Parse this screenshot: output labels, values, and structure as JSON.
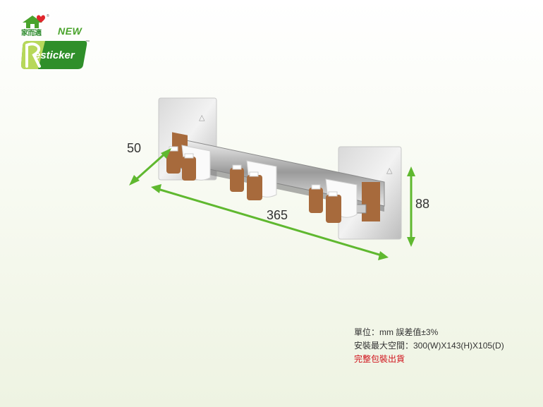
{
  "brand": {
    "name_zh": "家而適",
    "new_badge": "NEW",
    "product_line": "esticker",
    "trademark": "™",
    "registered": "®"
  },
  "dimensions": {
    "depth": "50",
    "length": "365",
    "height": "88"
  },
  "specs": {
    "line1": "單位：mm 誤差值±3%",
    "line2": "安裝最大空間：300(W)X143(H)X105(D)",
    "line3": "完整包裝出貨"
  },
  "colors": {
    "brand_green": "#49a32b",
    "arrow_green": "#5fb82f",
    "clip_brown": "#a76a3c",
    "warning_red": "#d0121b"
  }
}
